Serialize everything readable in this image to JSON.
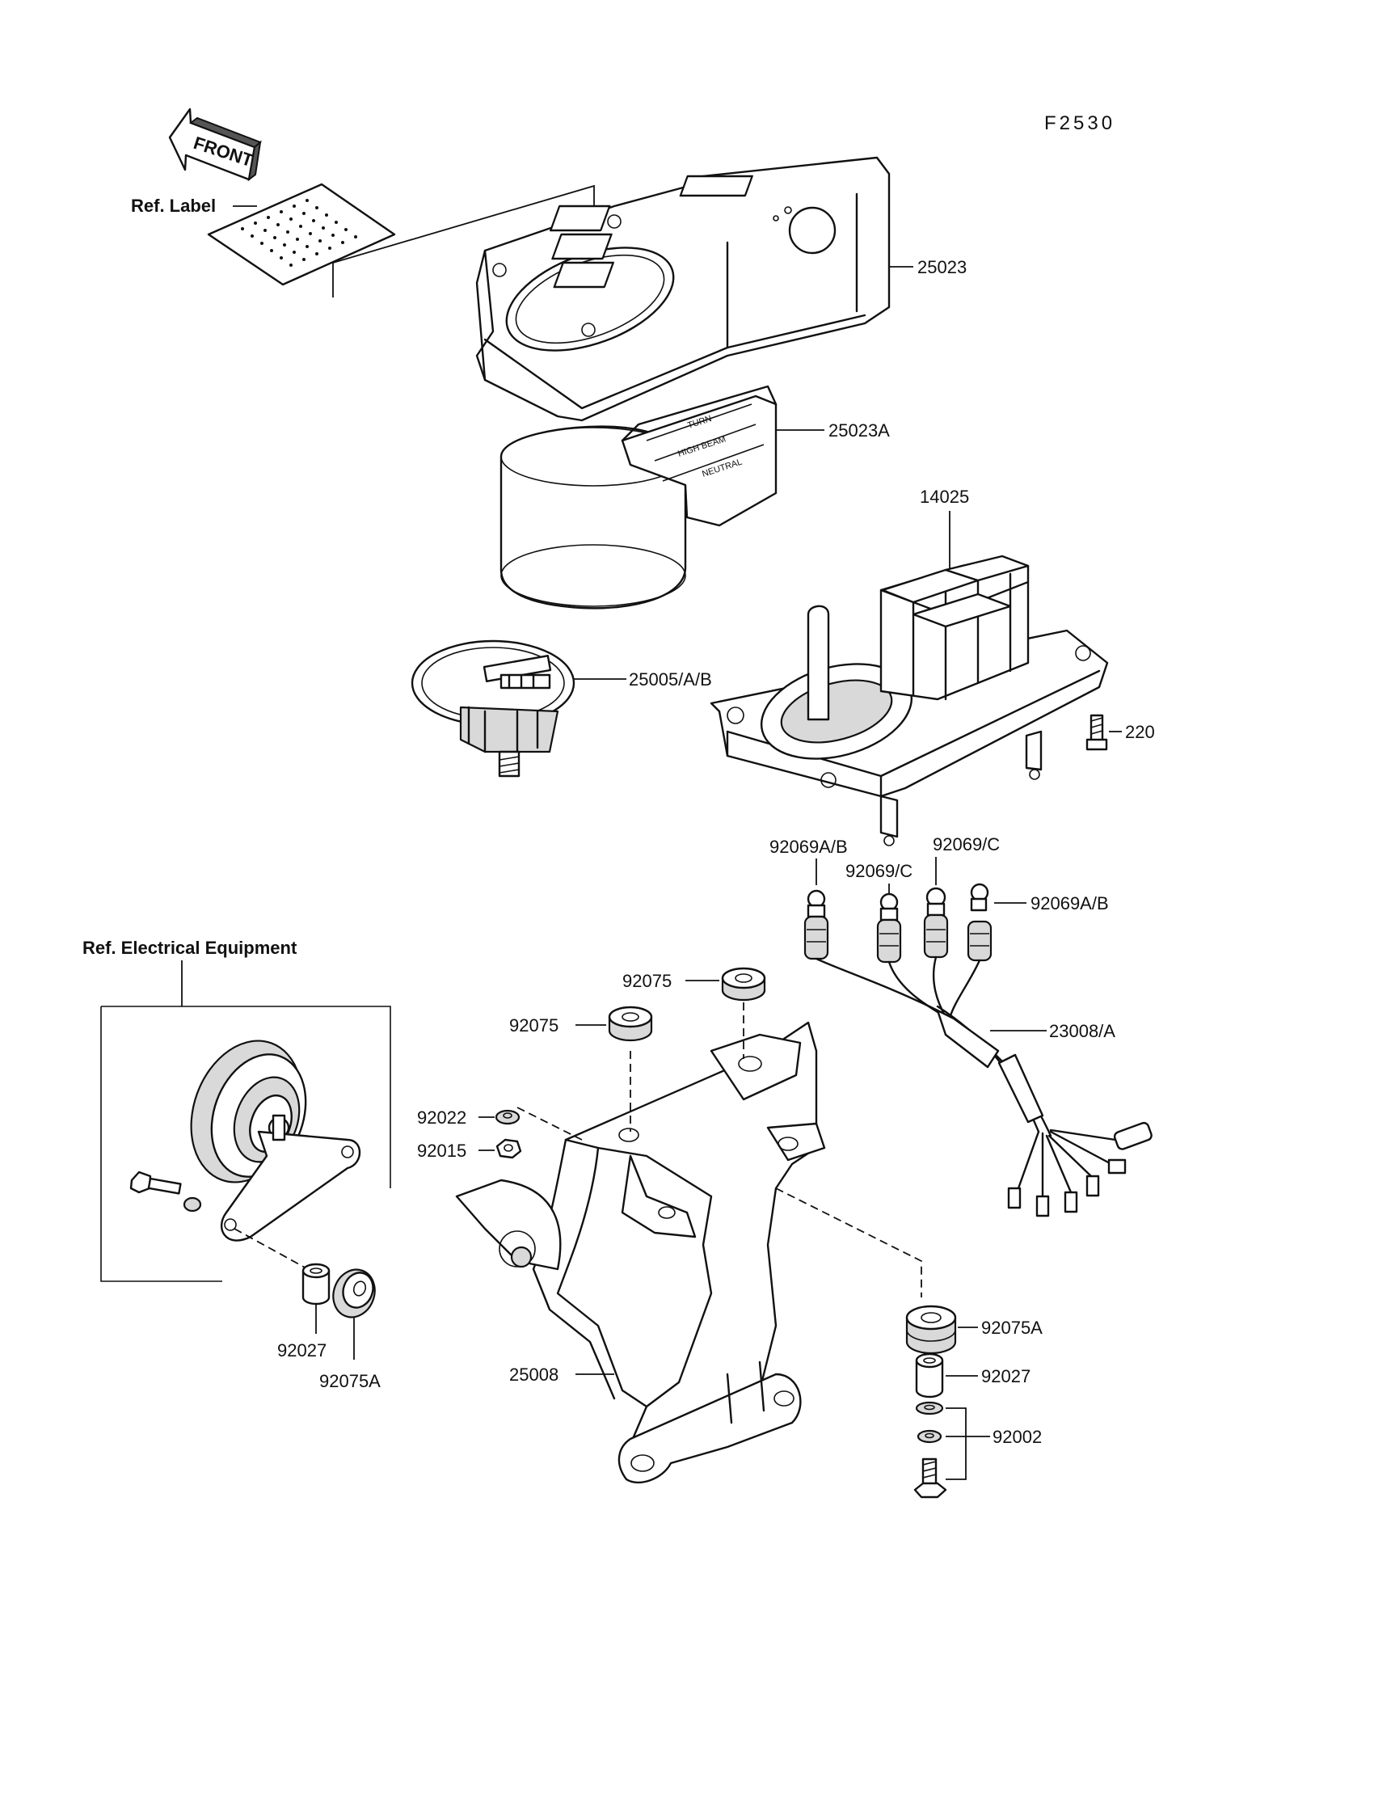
{
  "diagram_code": "F2530",
  "front_arrow_text": "FRONT",
  "ref_label": "Ref. Label",
  "ref_electrical": "Ref.  Electrical Equipment",
  "parts": {
    "p25023": "25023",
    "p25023A": "25023A",
    "p14025": "14025",
    "p25005": "25005/A/B",
    "p220": "220",
    "p92069AB_left": "92069A/B",
    "p92069C_top": "92069/C",
    "p92069C_mid": "92069/C",
    "p92069AB_right": "92069A/B",
    "p92075_top": "92075",
    "p92075_mid": "92075",
    "p92022": "92022",
    "p92015": "92015",
    "p23008": "23008/A",
    "p92075A_right": "92075A",
    "p92027_right": "92027",
    "p92002": "92002",
    "p25008": "25008",
    "p92027_left": "92027",
    "p92075A_left": "92075A"
  }
}
